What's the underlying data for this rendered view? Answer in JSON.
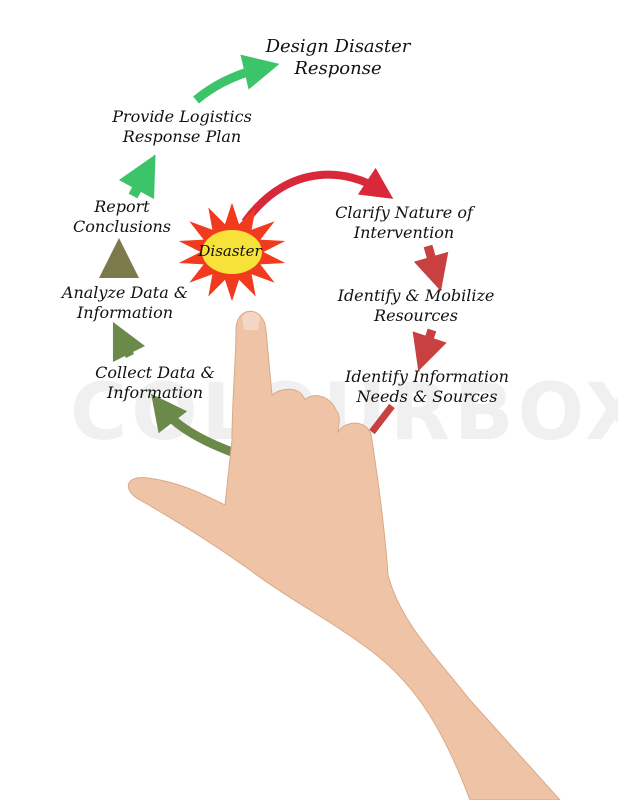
{
  "diagram": {
    "center": "Disaster",
    "steps": [
      {
        "id": "clarify",
        "lines": [
          "Clarify Nature of",
          "Intervention"
        ]
      },
      {
        "id": "mobilize",
        "lines": [
          "Identify & Mobilize",
          "Resources"
        ]
      },
      {
        "id": "needs",
        "lines": [
          "Identify Information",
          "Needs & Sources"
        ]
      },
      {
        "id": "collect",
        "lines": [
          "Collect Data &",
          "Information"
        ]
      },
      {
        "id": "analyze",
        "lines": [
          "Analyze Data &",
          "Information"
        ]
      },
      {
        "id": "report",
        "lines": [
          "Report",
          "Conclusions"
        ]
      },
      {
        "id": "logistics",
        "lines": [
          "Provide Logistics",
          "Response Plan"
        ]
      },
      {
        "id": "design",
        "lines": [
          "Design Disaster",
          "Response"
        ]
      }
    ],
    "colors": {
      "red": "#d8283a",
      "green": "#3cc46a",
      "olive": "#6b8a4a",
      "starburst": "#f23a1e",
      "starburst_core": "#f7e23a",
      "skin": "#efc4a6"
    }
  },
  "watermark": "COLOURBOX"
}
